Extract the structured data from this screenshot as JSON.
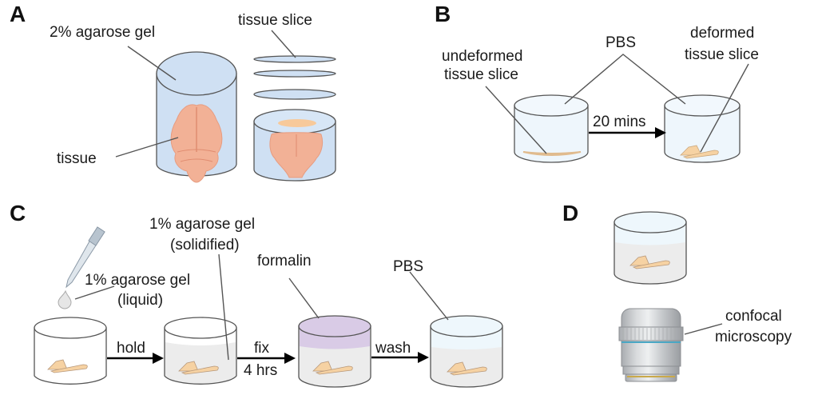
{
  "panels": {
    "A": {
      "label": "A",
      "annotations": {
        "gel": "2% agarose gel",
        "tissue": "tissue",
        "slice": "tissue slice"
      }
    },
    "B": {
      "label": "B",
      "annotations": {
        "undeformed_line1": "undeformed",
        "undeformed_line2": "tissue slice",
        "pbs": "PBS",
        "deformed_line1": "deformed",
        "deformed_line2": "tissue slice"
      },
      "arrow_label": "20 mins"
    },
    "C": {
      "label": "C",
      "annotations": {
        "liquid_line1": "1% agarose gel",
        "liquid_line2": "(liquid)",
        "solid_line1": "1% agarose gel",
        "solid_line2": "(solidified)",
        "formalin": "formalin",
        "pbs": "PBS"
      },
      "steps": [
        {
          "label": "hold",
          "sublabel": ""
        },
        {
          "label": "fix",
          "sublabel": "4 hrs"
        },
        {
          "label": "wash",
          "sublabel": ""
        }
      ]
    },
    "D": {
      "label": "D",
      "annotations": {
        "microscopy_line1": "confocal",
        "microscopy_line2": "microscopy"
      }
    }
  },
  "colors": {
    "gel_blue": "#cfe0f3",
    "tissue": "#f2b196",
    "slice": "#f7d3a6",
    "pbs": "#eaf5fb",
    "formalin": "#d9cbe6",
    "solid_gel": "#ececec",
    "lens_ring": "#4aa7c4",
    "lens_gold": "#c9a94a"
  }
}
